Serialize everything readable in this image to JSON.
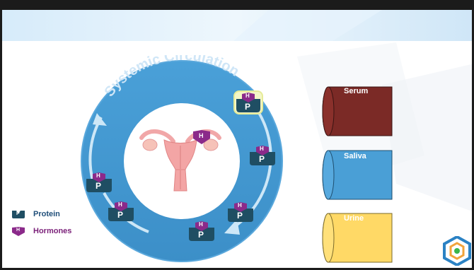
{
  "diagram": {
    "circle_title": "Systemic Circulation",
    "protein_letter": "P",
    "hormone_letter": "H"
  },
  "legend": {
    "protein_label": "Protein",
    "hormone_label": "Hormones"
  },
  "samples": [
    {
      "label": "Serum",
      "color": "#7b2a26"
    },
    {
      "label": "Saliva",
      "color": "#4a9fd6"
    },
    {
      "label": "Urine",
      "color": "#ffd966"
    }
  ],
  "colors": {
    "ring": "#4e9fd5",
    "protein": "#1f4e63",
    "hormone": "#8b2a8a",
    "legend_protein_text": "#1f4e79",
    "legend_hormone_text": "#7a1f78"
  },
  "icons": [
    "uterus-icon",
    "logo-icon",
    "circulation-arrow-icon"
  ]
}
